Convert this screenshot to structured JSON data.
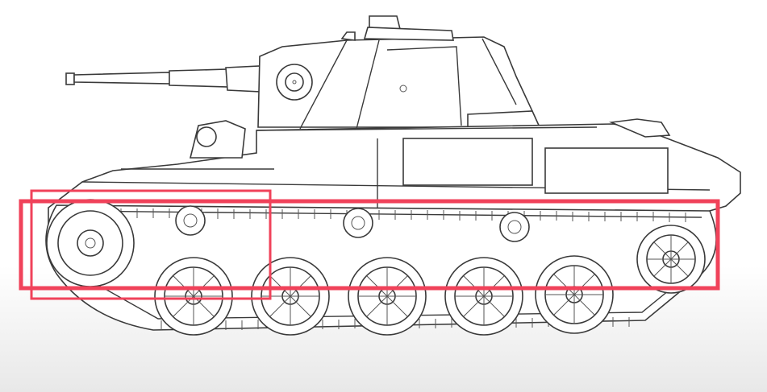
{
  "background": "#ffffff",
  "line_color": "#3a3a3a",
  "floor_gradient": [
    "#ffffff",
    "#e8e8e8"
  ],
  "highlight": {
    "color": "#f0425a",
    "boxes": [
      "running-gear-highlight-box",
      "drive-sprocket-highlight-box"
    ]
  },
  "vehicle": {
    "road_wheel_count": 5,
    "return_roller_count": 3,
    "icons": [
      "tank-hull",
      "tank-turret",
      "main-gun-barrel",
      "drive-sprocket",
      "idler-wheel",
      "road-wheel",
      "return-roller",
      "track"
    ]
  }
}
